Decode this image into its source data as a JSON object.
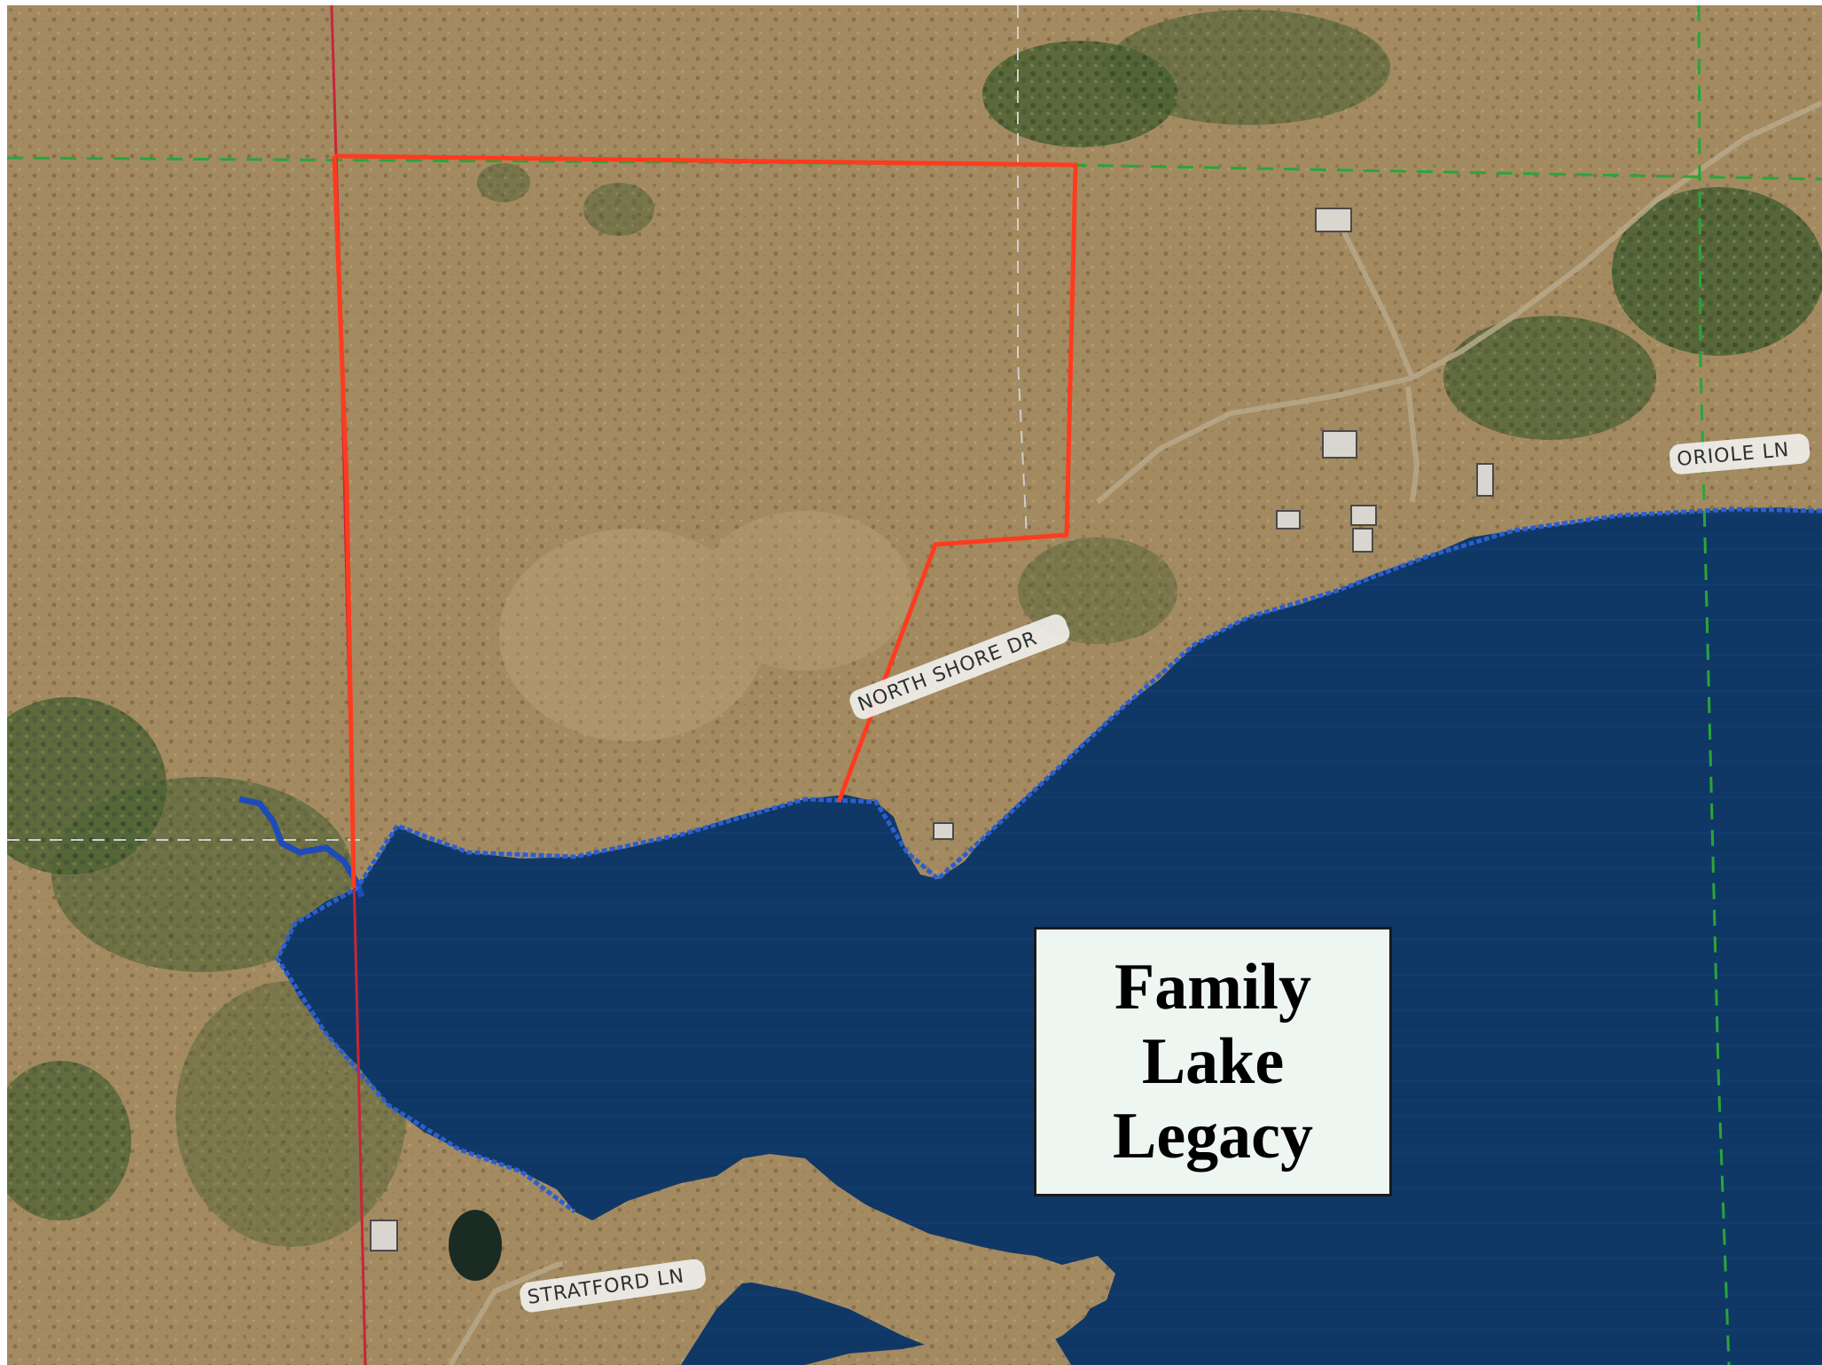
{
  "map": {
    "title_lines": [
      "Family",
      "Lake",
      "Legacy"
    ],
    "road_labels": {
      "north_shore": "NORTH SHORE DR",
      "oriole": "ORIOLE LN",
      "stratford": "STRATFORD LN"
    },
    "colors": {
      "land": "#a08860",
      "forest": "#3f5a2c",
      "water": "#0f3560",
      "shoreline": "#2b5fd0",
      "parcel_boundary": "#ff3b1f",
      "section_line": "#2aa53a",
      "township_line": "#c8253a",
      "title_box_bg": "#eef6f1"
    }
  }
}
